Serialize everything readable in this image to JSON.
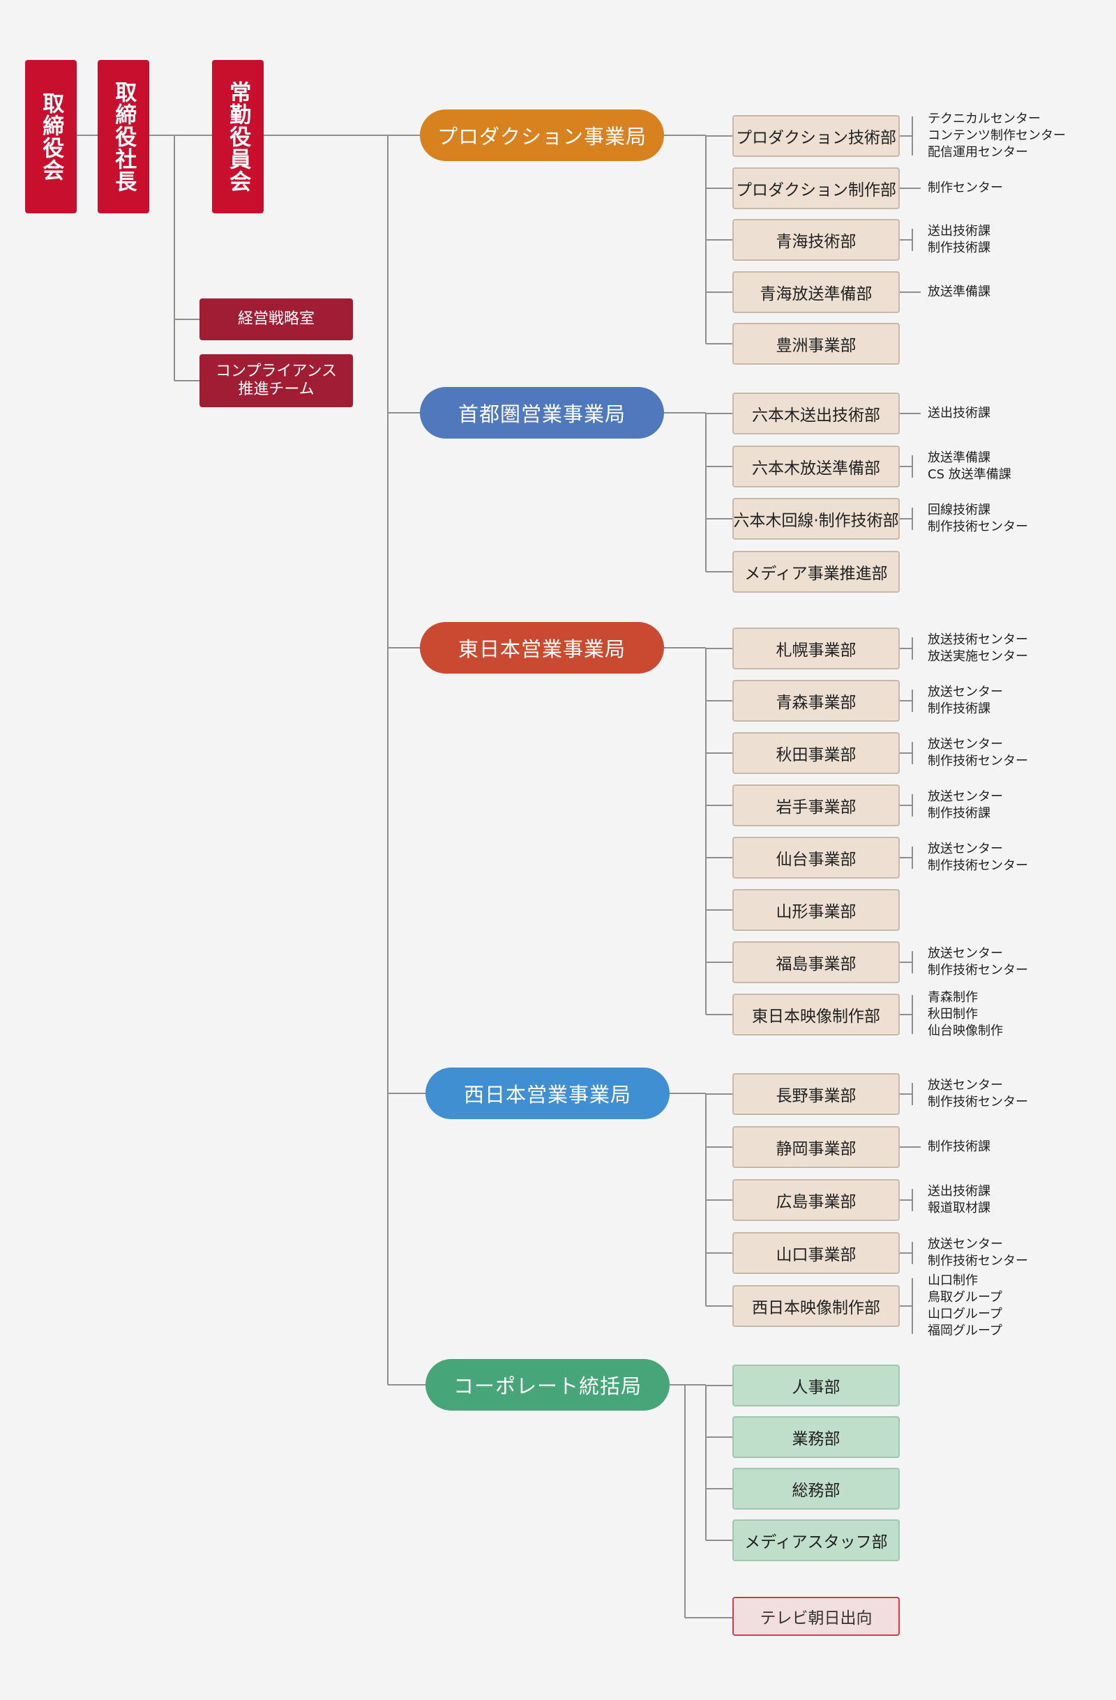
{
  "executives": [
    "取締役会",
    "取締役社長",
    "常勤役員会"
  ],
  "staff_offices": [
    "経営戦略室",
    "コンプライアンス\n推進チーム"
  ],
  "bureaus": [
    {
      "name": "プロダクション事業局",
      "color": "#d8811f",
      "style": "beige",
      "departments": [
        {
          "name": "プロダクション技術部",
          "units": [
            "テクニカルセンター",
            "コンテンツ制作センター",
            "配信運用センター"
          ]
        },
        {
          "name": "プロダクション制作部",
          "units": [
            "制作センター"
          ]
        },
        {
          "name": "青海技術部",
          "units": [
            "送出技術課",
            "制作技術課"
          ]
        },
        {
          "name": "青海放送準備部",
          "units": [
            "放送準備課"
          ]
        },
        {
          "name": "豊洲事業部",
          "units": []
        }
      ]
    },
    {
      "name": "首都圏営業事業局",
      "color": "#4f78bd",
      "style": "beige",
      "departments": [
        {
          "name": "六本木送出技術部",
          "units": [
            "送出技術課"
          ]
        },
        {
          "name": "六本木放送準備部",
          "units": [
            "放送準備課",
            "CS 放送準備課"
          ]
        },
        {
          "name": "六本木回線·制作技術部",
          "units": [
            "回線技術課",
            "制作技術センター"
          ]
        },
        {
          "name": "メディア事業推進部",
          "units": []
        }
      ]
    },
    {
      "name": "東日本営業事業局",
      "color": "#c94a31",
      "style": "beige",
      "departments": [
        {
          "name": "札幌事業部",
          "units": [
            "放送技術センター",
            "放送実施センター"
          ]
        },
        {
          "name": "青森事業部",
          "units": [
            "放送センター",
            "制作技術課"
          ]
        },
        {
          "name": "秋田事業部",
          "units": [
            "放送センター",
            "制作技術センター"
          ]
        },
        {
          "name": "岩手事業部",
          "units": [
            "放送センター",
            "制作技術課"
          ]
        },
        {
          "name": "仙台事業部",
          "units": [
            "放送センター",
            "制作技術センター"
          ]
        },
        {
          "name": "山形事業部",
          "units": []
        },
        {
          "name": "福島事業部",
          "units": [
            "放送センター",
            "制作技術センター"
          ]
        },
        {
          "name": "東日本映像制作部",
          "units": [
            "青森制作",
            "秋田制作",
            "仙台映像制作"
          ]
        }
      ]
    },
    {
      "name": "西日本営業事業局",
      "color": "#3f8fd2",
      "style": "beige",
      "departments": [
        {
          "name": "長野事業部",
          "units": [
            "放送センター",
            "制作技術センター"
          ]
        },
        {
          "name": "静岡事業部",
          "units": [
            "制作技術課"
          ]
        },
        {
          "name": "広島事業部",
          "units": [
            "送出技術課",
            "報道取材課"
          ]
        },
        {
          "name": "山口事業部",
          "units": [
            "放送センター",
            "制作技術センター"
          ]
        },
        {
          "name": "西日本映像制作部",
          "units": [
            "山口制作",
            "鳥取グループ",
            "山口グループ",
            "福岡グループ"
          ]
        }
      ]
    },
    {
      "name": "コーポレート統括局",
      "color": "#46a67a",
      "style": "green",
      "departments": [
        {
          "name": "人事部",
          "units": []
        },
        {
          "name": "業務部",
          "units": []
        },
        {
          "name": "総務部",
          "units": []
        },
        {
          "name": "メディアスタッフ部",
          "units": []
        }
      ],
      "secondment": "テレビ朝日出向"
    }
  ]
}
